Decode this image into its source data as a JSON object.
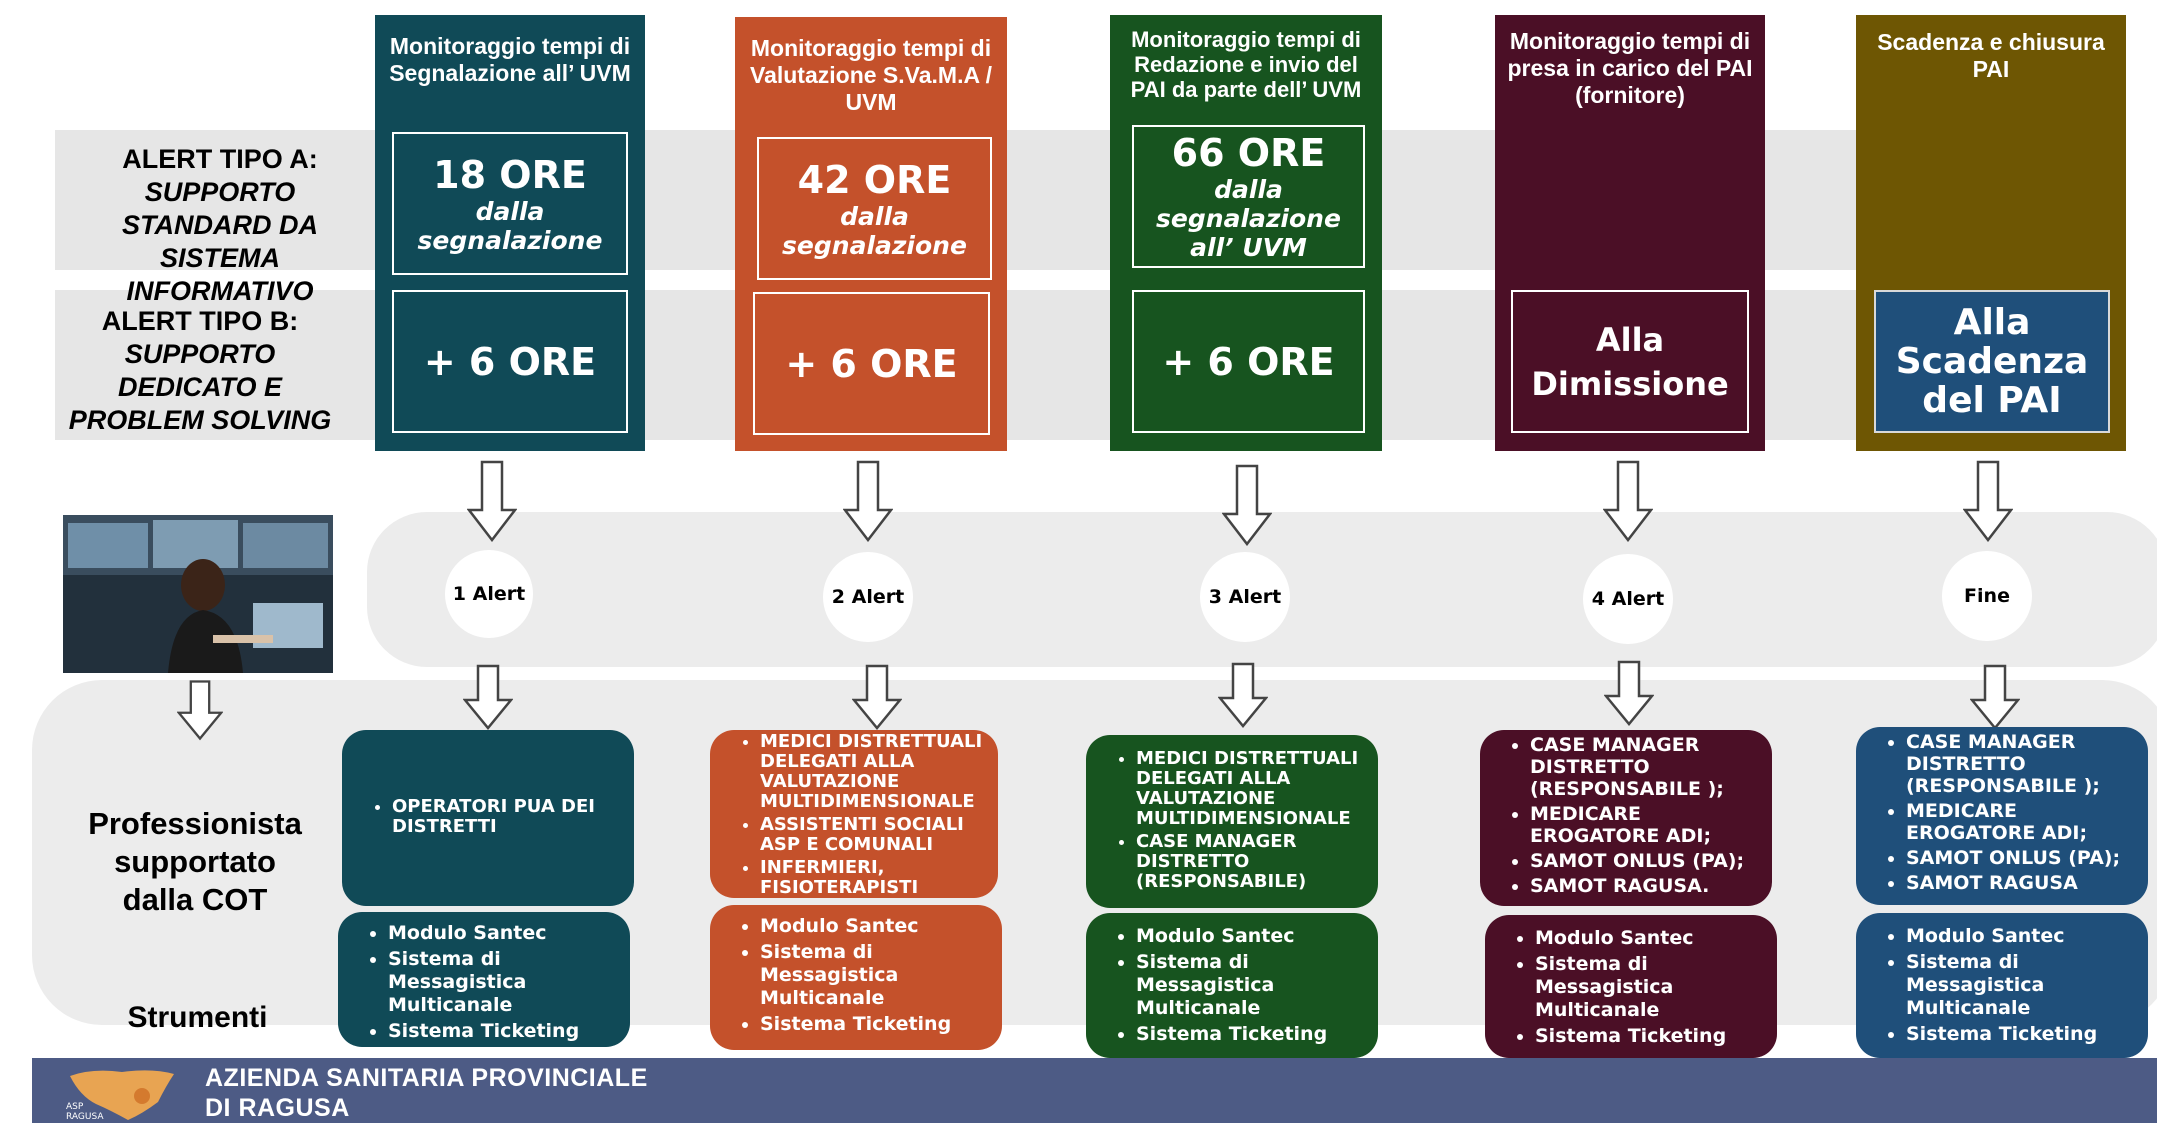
{
  "colors": {
    "col1": "#104a57",
    "col2": "#c4512b",
    "col3": "#17541f",
    "col4": "#4b0f26",
    "col5": "#6e5603",
    "col5_inner": "#1f4f7a",
    "card5": "#1f4f7a",
    "footer": "#4d5b85",
    "band": "#e6e6e6"
  },
  "rows": {
    "alert_a": {
      "line1": "ALERT TIPO A:",
      "line2": "SUPPORTO",
      "line3": "STANDARD DA",
      "line4": "SISTEMA",
      "line5": "INFORMATIVO"
    },
    "alert_b": {
      "line1": "ALERT TIPO B:",
      "line2": "SUPPORTO",
      "line3": "DEDICATO E",
      "line4": "PROBLEM SOLVING"
    }
  },
  "columns": [
    {
      "title": "Monitoraggio tempi di Segnalazione all’ UVM",
      "a_big": "18 ORE",
      "a_small": "dalla segnalazione",
      "b": "+ 6 ORE",
      "alert": "1 Alert",
      "professionals": [
        "OPERATORI PUA DEI DISTRETTI"
      ],
      "tools": [
        "Modulo Santec",
        "Sistema di Messagistica Multicanale",
        "Sistema Ticketing"
      ]
    },
    {
      "title": "Monitoraggio tempi di Valutazione S.Va.M.A / UVM",
      "a_big": "42 ORE",
      "a_small": "dalla segnalazione",
      "b": "+ 6 ORE",
      "alert": "2 Alert",
      "professionals": [
        "MEDICI DISTRETTUALI DELEGATI ALLA VALUTAZIONE MULTIDIMENSIONALE",
        "ASSISTENTI SOCIALI ASP E COMUNALI",
        "INFERMIERI, FISIOTERAPISTI"
      ],
      "tools": [
        "Modulo Santec",
        "Sistema di Messagistica Multicanale",
        "Sistema Ticketing"
      ]
    },
    {
      "title": "Monitoraggio tempi di Redazione e invio del PAI da parte dell’ UVM",
      "a_big": "66 ORE",
      "a_small": "dalla segnalazione all’ UVM",
      "b": "+ 6 ORE",
      "alert": "3 Alert",
      "professionals": [
        "MEDICI DISTRETTUALI DELEGATI ALLA VALUTAZIONE MULTIDIMENSIONALE",
        "CASE MANAGER DISTRETTO (RESPONSABILE)"
      ],
      "tools": [
        "Modulo Santec",
        "Sistema di Messagistica Multicanale",
        "Sistema Ticketing"
      ]
    },
    {
      "title": "Monitoraggio tempi di presa in carico del PAI (fornitore)",
      "b": "Alla Dimissione",
      "alert": "4 Alert",
      "professionals": [
        "CASE MANAGER DISTRETTO (RESPONSABILE );",
        "MEDICARE EROGATORE ADI;",
        "SAMOT ONLUS (PA);",
        "SAMOT RAGUSA."
      ],
      "tools": [
        "Modulo Santec",
        "Sistema di Messagistica Multicanale",
        "Sistema Ticketing"
      ]
    },
    {
      "title": "Scadenza e chiusura PAI",
      "b": "Alla Scadenza del PAI",
      "alert": "Fine",
      "professionals": [
        "CASE MANAGER DISTRETTO (RESPONSABILE );",
        "MEDICARE EROGATORE ADI;",
        "SAMOT ONLUS (PA);",
        "SAMOT RAGUSA"
      ],
      "tools": [
        "Modulo Santec",
        "Sistema di Messagistica Multicanale",
        "Sistema Ticketing"
      ]
    }
  ],
  "side": {
    "professionals_label": "Professionista supportato dalla COT",
    "tools_label": "Strumenti"
  },
  "footer": {
    "line1": "AZIENDA SANITARIA PROVINCIALE",
    "line2": "DI RAGUSA",
    "logo_text": "ASP RAGUSA"
  },
  "photo": {
    "icon": "operator-control-room-photo"
  }
}
